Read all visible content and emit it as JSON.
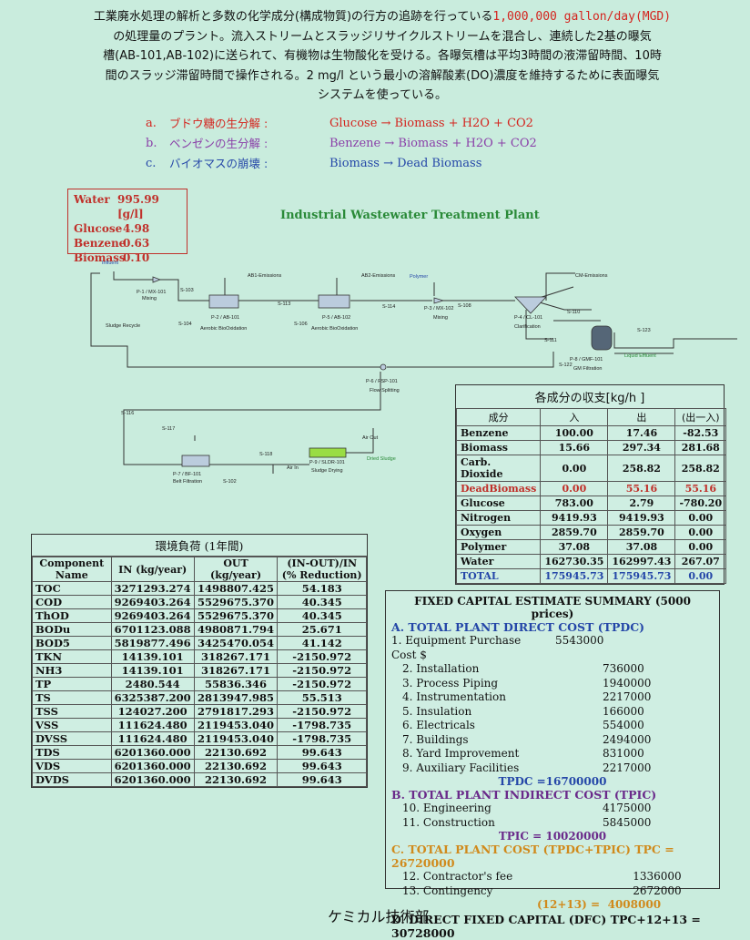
{
  "intro": {
    "line1_pre": "工業廃水処理の解析と多数の化学成分(構成物質)の行方の追跡を行っている",
    "line1_hl": "1,000,000 gallon/day(MGD)",
    "line2": "の処理量のプラント。流入ストリームとスラッジリサイクルストリームを混合し、連続した2基の曝気",
    "line3": "槽(AB-101,AB-102)に送られて、有機物は生物酸化を受ける。各曝気槽は平均3時間の液滞留時間、10時",
    "line4": "間のスラッジ滞留時間で操作される。2 mg/l という最小の溶解酸素(DO)濃度を維持するために表面曝気",
    "line5": "システムを使っている。"
  },
  "reactions": [
    {
      "key": "a.",
      "name": "ブドウ糖の生分解 :",
      "eq": "Glucose → Biomass + H2O  +  CO2"
    },
    {
      "key": "b.",
      "name": "ベンゼンの生分解 :",
      "eq": "Benzene → Biomass  +  H2O  +  CO2"
    },
    {
      "key": "c.",
      "name": "バイオマスの崩壊 :",
      "eq": "Biomass → Dead Biomass"
    }
  ],
  "influent_box": [
    {
      "label": "Water",
      "value": "995.99 [g/l]"
    },
    {
      "label": "Glucose",
      "value": "4.98"
    },
    {
      "label": "Benzene",
      "value": "0.63"
    },
    {
      "label": "Biomass",
      "value": "0.10"
    }
  ],
  "plant_title": "Industrial Wastewater Treatment Plant",
  "diagram_labels": {
    "influent": "Influent",
    "s103": "S-103",
    "s104": "S-104",
    "s106": "S-106",
    "s113": "S-113",
    "s114": "S-114",
    "s108": "S-108",
    "s110": "S-110",
    "s111": "S-111",
    "s122": "S-122",
    "s123": "S-123",
    "s116": "S-116",
    "s117": "S-117",
    "s118": "S-118",
    "s102": "S-102",
    "p1": "P-1 / MX-101",
    "mixing1": "Mixing",
    "p2": "P-2 / AB-101",
    "abo1": "Aerobic BioOxidation",
    "p5": "P-5 / AB-102",
    "abo2": "Aerobic BioOxidation",
    "p3": "P-3 / MX-102",
    "mixing2": "Mixing",
    "p4": "P-4 / CL-101",
    "clarif": "Clarification",
    "p8": "P-8 / GMF-101",
    "gmf": "GM Filtration",
    "p6": "P-6 / FSP-101",
    "flowsplit": "Flow Splitting",
    "p7": "P-7 / BF-101",
    "beltfilt": "Belt Filtration",
    "p9": "P-9 / SLDR-101",
    "sludgedry": "Sludge Drying",
    "ab1em": "AB1-Emissions",
    "ab2em": "AB2-Emissions",
    "polymer": "Polymer",
    "clem": "CM-Emissions",
    "liqeff": "Liquid Effluent",
    "recycle": "Sludge Recycle",
    "airout": "Air Out",
    "airin": "Air In",
    "dried": "Dried Sludge"
  },
  "balance": {
    "title": "各成分の収支[kg/h ]",
    "headers": [
      "成分",
      "入",
      "出",
      "(出一入)"
    ],
    "rows": [
      [
        "Benzene",
        "100.00",
        "17.46",
        "-82.53"
      ],
      [
        "Biomass",
        "15.66",
        "297.34",
        "281.68"
      ],
      [
        "Carb. Dioxide",
        "0.00",
        "258.82",
        "258.82"
      ],
      [
        "DeadBiomass",
        "0.00",
        "55.16",
        "55.16"
      ],
      [
        "Glucose",
        "783.00",
        "2.79",
        "-780.20"
      ],
      [
        "Nitrogen",
        "9419.93",
        "9419.93",
        "0.00"
      ],
      [
        "Oxygen",
        "2859.70",
        "2859.70",
        "0.00"
      ],
      [
        "Polymer",
        "37.08",
        "37.08",
        "0.00"
      ],
      [
        "Water",
        "162730.35",
        "162997.43",
        "267.07"
      ],
      [
        "TOTAL",
        "175945.73",
        "175945.73",
        "0.00"
      ]
    ]
  },
  "env": {
    "title": "環境負荷 (1年間)",
    "headers": [
      "Component Name",
      "IN (kg/year)",
      "OUT (kg/year)",
      "(IN-OUT)/IN (% Reduction)"
    ],
    "rows": [
      [
        "TOC",
        "3271293.274",
        "1498807.425",
        "54.183"
      ],
      [
        "COD",
        "9269403.264",
        "5529675.370",
        "40.345"
      ],
      [
        "ThOD",
        "9269403.264",
        "5529675.370",
        "40.345"
      ],
      [
        "BODu",
        "6701123.088",
        "4980871.794",
        "25.671"
      ],
      [
        "BOD5",
        "5819877.496",
        "3425470.054",
        "41.142"
      ],
      [
        "TKN",
        "14139.101",
        "318267.171",
        "-2150.972"
      ],
      [
        "NH3",
        "14139.101",
        "318267.171",
        "-2150.972"
      ],
      [
        "TP",
        "2480.544",
        "55836.346",
        "-2150.972"
      ],
      [
        "TS",
        "6325387.200",
        "2813947.985",
        "55.513"
      ],
      [
        "TSS",
        "124027.200",
        "2791817.293",
        "-2150.972"
      ],
      [
        "VSS",
        "111624.480",
        "2119453.040",
        "-1798.735"
      ],
      [
        "DVSS",
        "111624.480",
        "2119453.040",
        "-1798.735"
      ],
      [
        "TDS",
        "6201360.000",
        "22130.692",
        "99.643"
      ],
      [
        "VDS",
        "6201360.000",
        "22130.692",
        "99.643"
      ],
      [
        "DVDS",
        "6201360.000",
        "22130.692",
        "99.643"
      ]
    ]
  },
  "fce": {
    "title": "FIXED CAPITAL ESTIMATE SUMMARY (5000 prices)",
    "secA": "A. TOTAL PLANT DIRECT COST (TPDC)",
    "itemsA": [
      [
        "1. Equipment Purchase Cost   $",
        "5543000"
      ],
      [
        "2. Installation",
        "736000"
      ],
      [
        "3. Process Piping",
        "1940000"
      ],
      [
        "4. Instrumentation",
        "2217000"
      ],
      [
        "5. Insulation",
        "166000"
      ],
      [
        "6. Electricals",
        "554000"
      ],
      [
        "7. Buildings",
        "2494000"
      ],
      [
        "8. Yard Improvement",
        "831000"
      ],
      [
        "9. Auxiliary Facilities",
        "2217000"
      ]
    ],
    "tpdc": "TPDC =16700000",
    "secB": "B. TOTAL PLANT INDIRECT COST (TPIC)",
    "itemsB": [
      [
        "10. Engineering",
        "4175000"
      ],
      [
        "11. Construction",
        "5845000"
      ]
    ],
    "tpic": "TPIC = 10020000",
    "secC": "C. TOTAL PLANT COST (TPDC+TPIC) TPC = 26720000",
    "itemsC": [
      [
        "12. Contractor's fee",
        "1336000"
      ],
      [
        "13. Contingency",
        "2672000"
      ]
    ],
    "sum1213_label": "(12+13) =",
    "sum1213": "4008000",
    "secD": "D. DIRECT FIXED CAPITAL (DFC) TPC+12+13 = 30728000"
  },
  "footer": "ケミカル技術部"
}
